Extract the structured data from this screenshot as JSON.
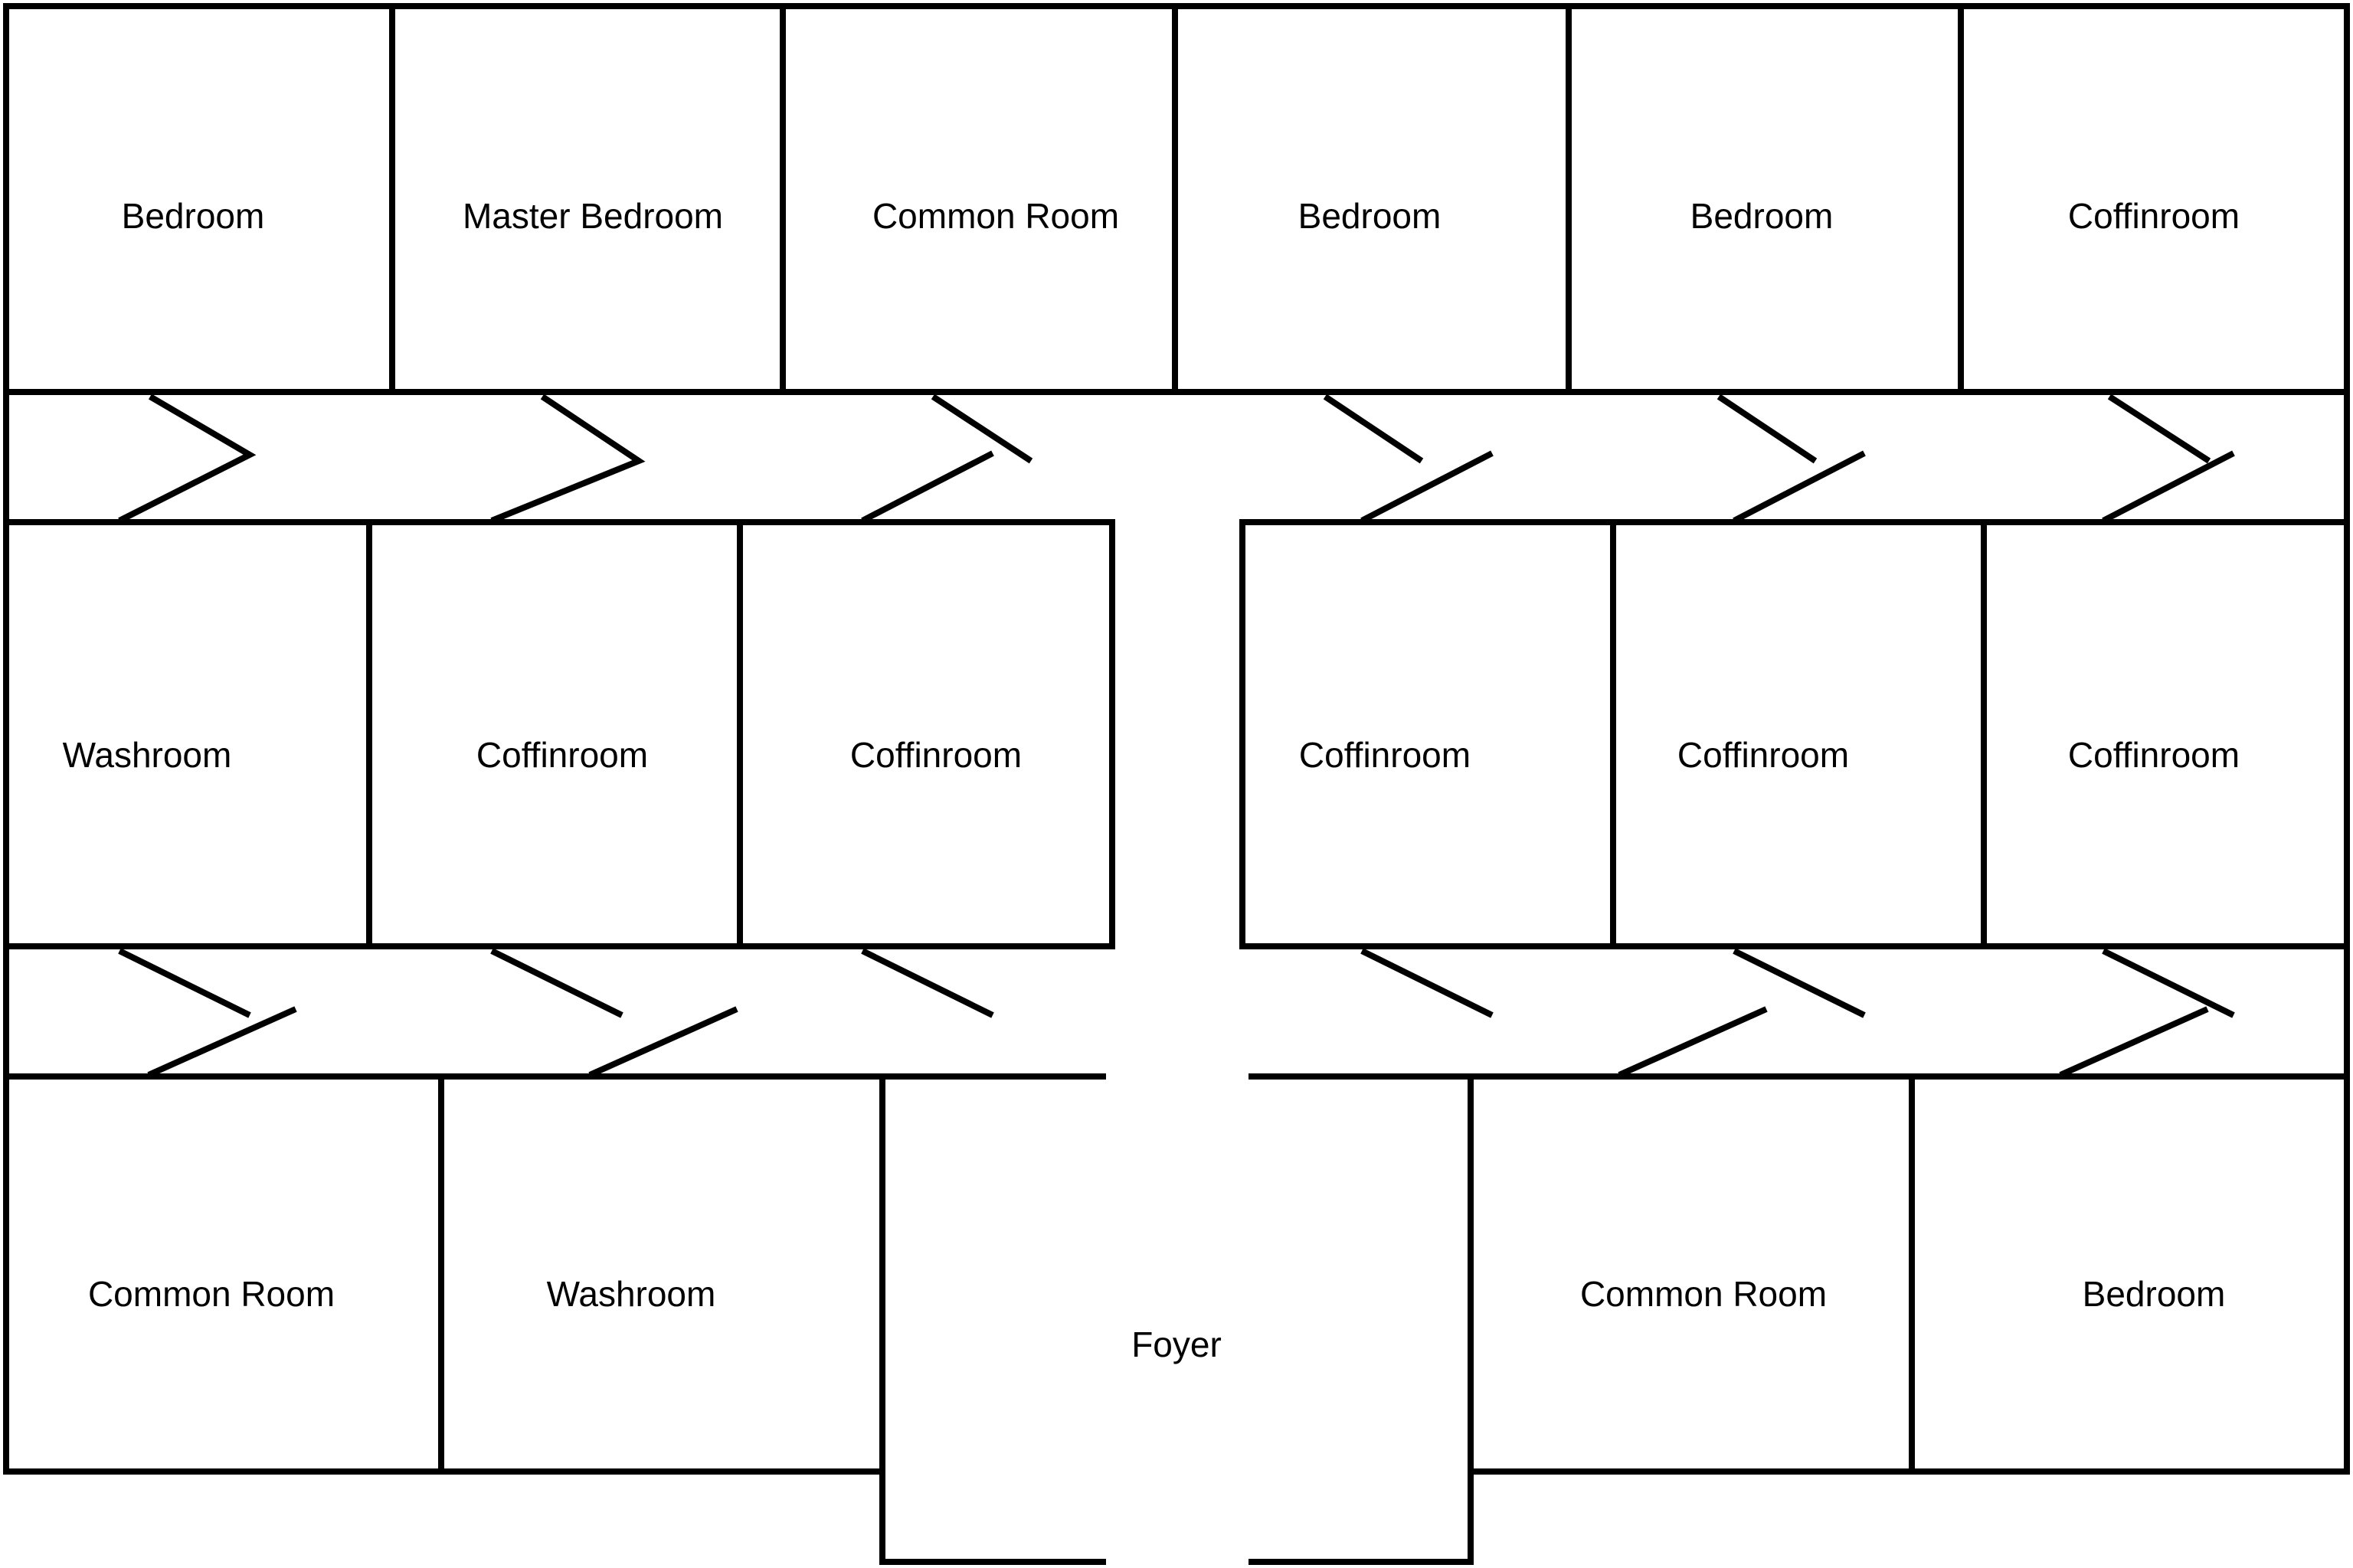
{
  "rooms": {
    "top": [
      "Bedroom",
      "Master Bedroom",
      "Common Room",
      "Bedroom",
      "Bedroom",
      "Coffinroom"
    ],
    "middle": [
      "Washroom",
      "Coffinroom",
      "Coffinroom",
      "Coffinroom",
      "Coffinroom",
      "Coffinroom"
    ],
    "bottom": [
      "Common Room",
      "Washroom",
      "Foyer",
      "Common Room",
      "Bedroom"
    ]
  }
}
